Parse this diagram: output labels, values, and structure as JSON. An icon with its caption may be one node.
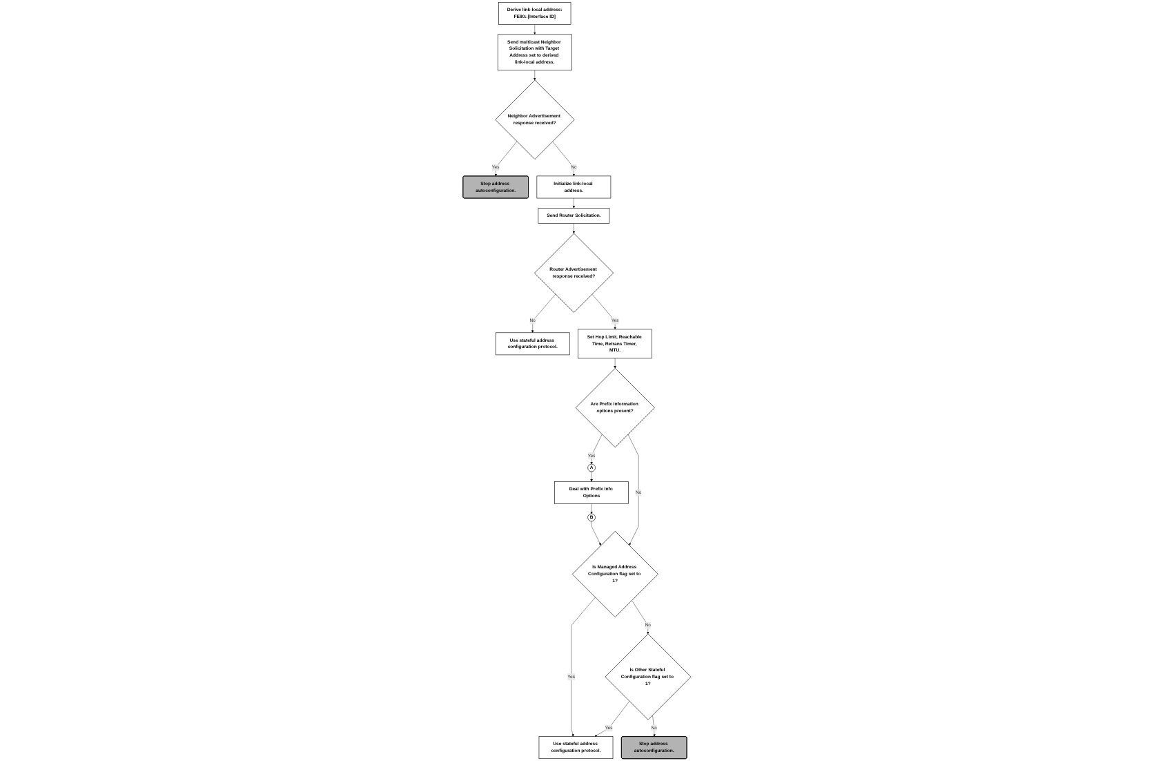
{
  "diagram": {
    "nodes": [
      {
        "text": [
          "Derive link-local address:",
          "FE80::[Interface ID]"
        ]
      },
      {
        "text": [
          "Send multicast Neighbor Solicitation with Target Address set to derived link-local address."
        ]
      },
      {
        "text": [
          "Neighbor Advertisement response received?"
        ]
      },
      {
        "text": [
          "Stop address autoconfiguration."
        ]
      },
      {
        "text": [
          "Initialize link-local address."
        ]
      },
      {
        "text": [
          "Send Router Solicitation."
        ]
      },
      {
        "text": [
          "Router Advertisement response received?"
        ]
      },
      {
        "text": [
          "Use stateful address configuration protocol."
        ]
      },
      {
        "text": [
          "Set Hop Limit, Reachable Time, Retrans Timer, MTU."
        ]
      },
      {
        "text": [
          "Are Prefix Information options present?"
        ]
      },
      {
        "text": [
          "A"
        ]
      },
      {
        "text": [
          "Deal with Prefix Info Options"
        ]
      },
      {
        "text": [
          "B"
        ]
      },
      {
        "text": [
          "Is Managed Address Configuration flag set to 1?"
        ]
      },
      {
        "text": [
          "Is Other Stateful Configuration flag set to 1?"
        ]
      },
      {
        "text": [
          "Use stateful address configuration protocol."
        ]
      },
      {
        "text": [
          "Stop address autoconfiguration."
        ]
      }
    ],
    "edges": [
      {
        "from": 0,
        "to": 1,
        "arrow": "to"
      },
      {
        "from": 1,
        "to": 2,
        "arrow": "to"
      },
      {
        "from": 2,
        "to": 3,
        "arrow": "to",
        "label": "Yes"
      },
      {
        "from": 2,
        "to": 4,
        "arrow": "to",
        "label": "No"
      },
      {
        "from": 4,
        "to": 5,
        "arrow": "to"
      },
      {
        "from": 5,
        "to": 6,
        "arrow": "to"
      },
      {
        "from": 6,
        "to": 7,
        "arrow": "to",
        "label": "No"
      },
      {
        "from": 6,
        "to": 8,
        "arrow": "to",
        "label": "Yes"
      },
      {
        "from": 8,
        "to": 9,
        "arrow": "to"
      },
      {
        "from": 9,
        "to": 10,
        "arrow": "to",
        "label": "Yes"
      },
      {
        "from": 10,
        "to": 11,
        "arrow": "to"
      },
      {
        "from": 11,
        "to": 12,
        "arrow": "to"
      },
      {
        "from": 12,
        "to": 13,
        "arrow": "to"
      },
      {
        "from": 9,
        "to": 13,
        "arrow": "to",
        "label": "No"
      },
      {
        "from": 13,
        "to": 15,
        "arrow": "to",
        "label": "Yes"
      },
      {
        "from": 13,
        "to": 14,
        "arrow": "to",
        "label": "No"
      },
      {
        "from": 14,
        "to": 15,
        "arrow": "to",
        "label": "Yes"
      },
      {
        "from": 14,
        "to": 16,
        "arrow": "to",
        "label": "No"
      }
    ]
  }
}
